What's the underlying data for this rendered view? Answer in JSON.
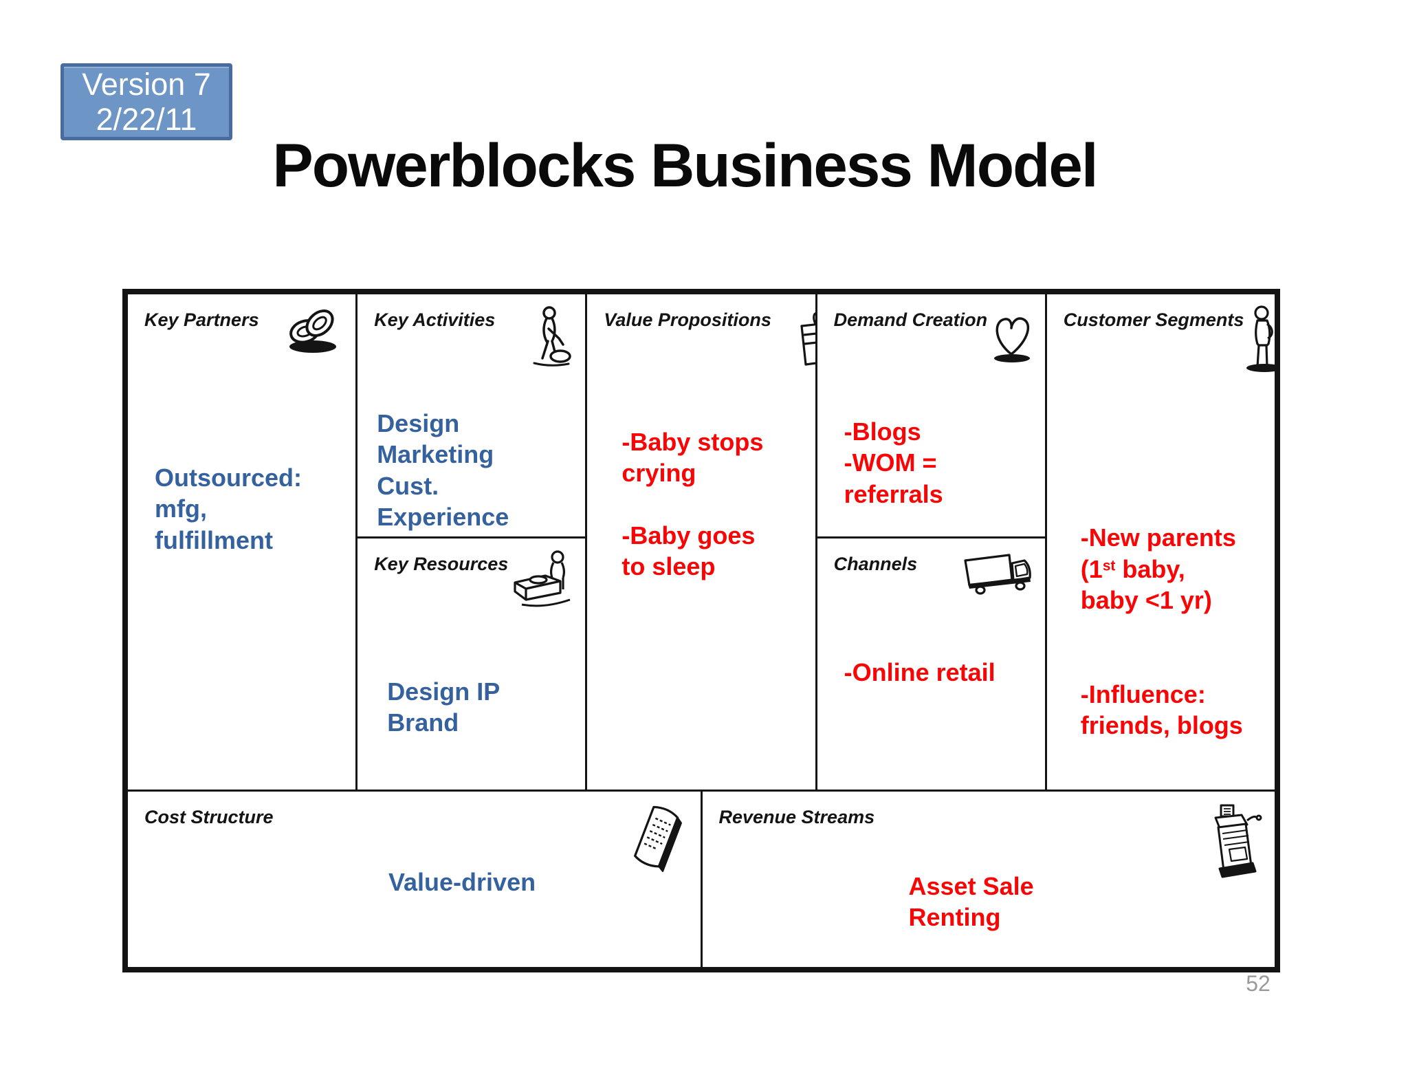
{
  "badge": {
    "line1": "Version 7",
    "line2": "2/22/11"
  },
  "title": "Powerblocks Business Model",
  "page_number": "52",
  "colors": {
    "accent_blue": "#35629E",
    "accent_red": "#F90505",
    "badge_fill": "#6D96C7",
    "badge_border": "#486C9E",
    "canvas_border": "#141414",
    "page_number_gray": "#9A9A9A"
  },
  "canvas": {
    "key_partners": {
      "label": "Key Partners",
      "icon": "linked-rings-icon",
      "content": "Outsourced:\nmfg,\nfulfillment"
    },
    "key_activities": {
      "label": "Key Activities",
      "icon": "person-working-icon",
      "content": "Design\nMarketing\nCust.\nExperience"
    },
    "key_resources": {
      "label": "Key Resources",
      "icon": "person-machine-icon",
      "content": "Design IP\nBrand"
    },
    "value_propositions": {
      "label": "Value Propositions",
      "icon": "gift-box-icon",
      "content": "-Baby stops\ncrying\n\n-Baby goes\nto sleep"
    },
    "demand_creation": {
      "label": "Demand Creation",
      "icon": "heart-icon",
      "content": "-Blogs\n-WOM =\nreferrals"
    },
    "channels": {
      "label": "Channels",
      "icon": "delivery-truck-icon",
      "content": "-Online retail"
    },
    "customer_segments": {
      "label": "Customer Segments",
      "icon": "standing-person-icon",
      "item1_prefix": "-New parents\n(1",
      "item1_sup": "st",
      "item1_suffix": " baby,\nbaby <1 yr)",
      "item2": "-Influence:\nfriends, blogs"
    },
    "cost_structure": {
      "label": "Cost Structure",
      "icon": "receipt-icon",
      "content": "Value-driven"
    },
    "revenue_streams": {
      "label": "Revenue Streams",
      "icon": "cash-register-icon",
      "content": "Asset Sale\nRenting"
    }
  }
}
